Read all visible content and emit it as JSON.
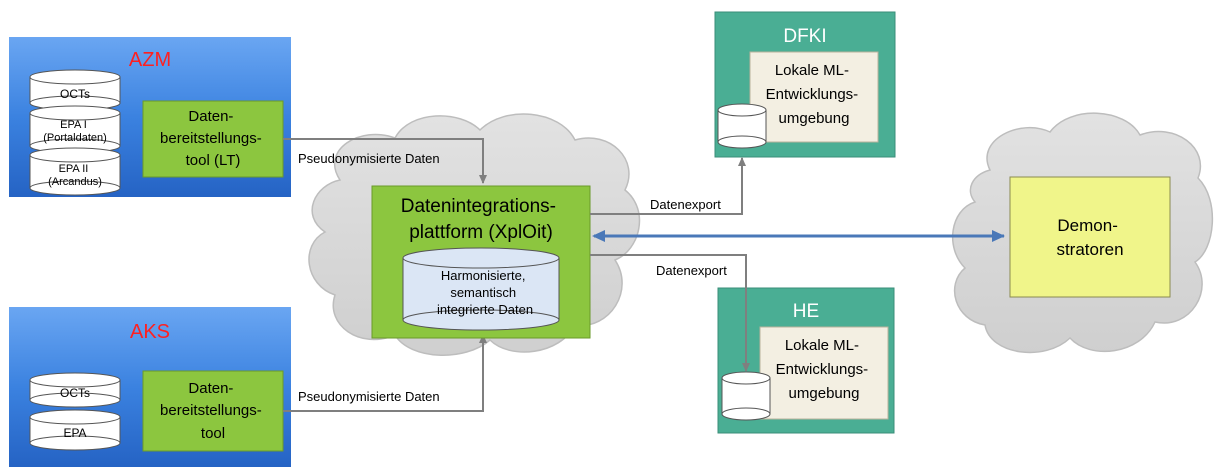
{
  "sites": {
    "azm": {
      "name": "AZM",
      "databases": [
        "OCTs",
        "EPA I\n(Portaldaten)",
        "EPA II\n(Arcandus)"
      ],
      "tool": "Daten-\nbereitstellungs-\ntool (LT)"
    },
    "aks": {
      "name": "AKS",
      "databases": [
        "OCTs",
        "EPA"
      ],
      "tool": "Daten-\nbereitstellungs-\ntool"
    }
  },
  "platform": {
    "title": "Datenintegrations-\nplattform (XplOit)",
    "database": "Harmonisierte,\nsemantisch\nintegrierte Daten"
  },
  "partners": {
    "dfki": {
      "name": "DFKI",
      "env": "Lokale ML-\nEntwicklungs-\numgebung"
    },
    "he": {
      "name": "HE",
      "env": "Lokale ML-\nEntwicklungs-\numgebung"
    }
  },
  "demonstrators": {
    "label": "Demon-\nstratoren"
  },
  "flows": {
    "azm_to_platform": "Pseudonymisierte Daten",
    "aks_to_platform": "Pseudonymisierte Daten",
    "platform_to_dfki": "Datenexport",
    "platform_to_he": "Datenexport"
  },
  "colors": {
    "site_blue": "#2e74d6",
    "site_blue_light": "#5a9bf0",
    "site_label_red": "#ff2020",
    "tool_green": "#8cc63f",
    "partner_teal": "#4aae94",
    "env_beige": "#f3efe2",
    "demo_yellow": "#f0f58a",
    "cloud_gray": "#d8d8d8",
    "arrow_gray": "#7f7f7f",
    "arrow_blue": "#4a78b8",
    "db_blue": "#dbe6f5"
  }
}
